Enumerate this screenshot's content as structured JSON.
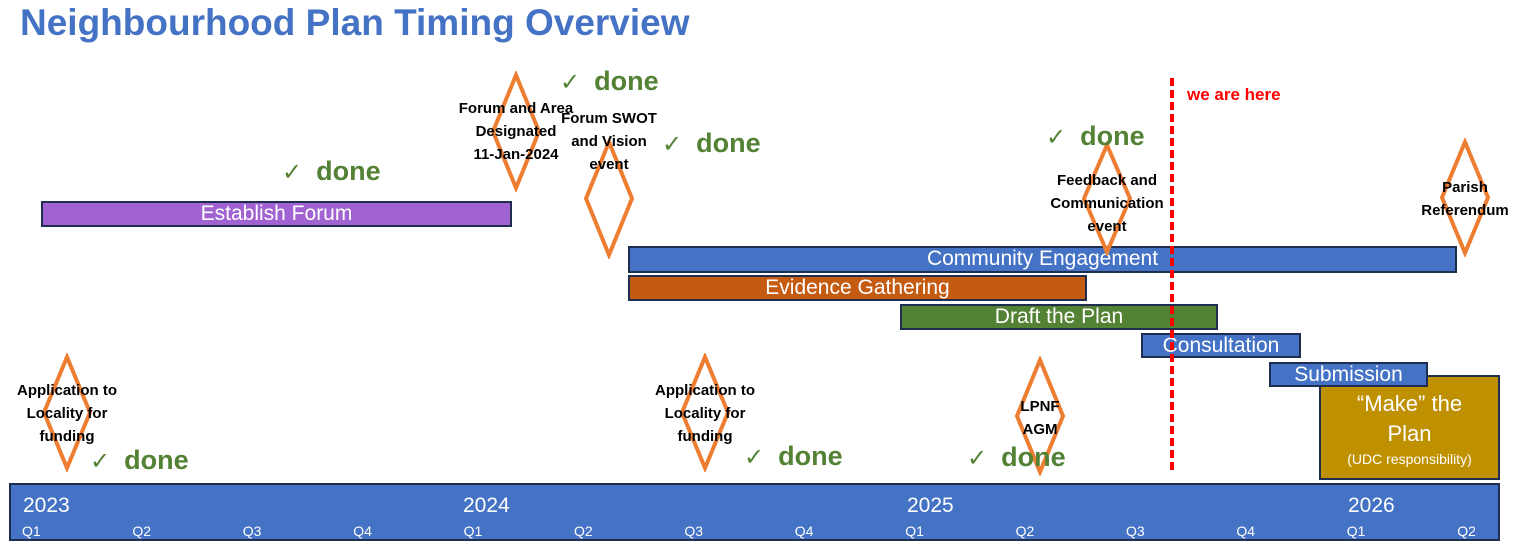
{
  "title": "Neighbourhood Plan Timing Overview",
  "colors": {
    "title": "#4472c4",
    "milestone": "#ed7d31",
    "done": "#548235",
    "marker": "#ff0000"
  },
  "bars": [
    {
      "label": "Establish Forum",
      "color": "#a063d1"
    },
    {
      "label": "Community Engagement",
      "color": "#4472c4"
    },
    {
      "label": "Evidence Gathering",
      "color": "#c55a11"
    },
    {
      "label": "Draft the Plan",
      "color": "#548235"
    },
    {
      "label": "Consultation",
      "color": "#4472c4"
    },
    {
      "label": "Submission",
      "color": "#4472c4"
    }
  ],
  "make_plan": {
    "line1": "“Make” the",
    "line2": "Plan",
    "note": "(UDC responsibility)",
    "color": "#bf9000"
  },
  "milestones": [
    {
      "lines": [
        "Forum and Area",
        "Designated",
        "11-Jan-2024"
      ]
    },
    {
      "lines": [
        "Forum SWOT",
        "and Vision",
        "event"
      ]
    },
    {
      "lines": [
        "Feedback and",
        "Communication",
        "event"
      ]
    },
    {
      "lines": [
        "Parish",
        "Referendum"
      ]
    },
    {
      "lines": [
        "Application to",
        "Locality for",
        "funding"
      ]
    },
    {
      "lines": [
        "Application to",
        "Locality for",
        "funding"
      ]
    },
    {
      "lines": [
        "LPNF",
        "AGM"
      ]
    }
  ],
  "done": {
    "check": "✓",
    "label": "done"
  },
  "current_marker": "we are here",
  "years": [
    "2023",
    "2024",
    "2025",
    "2026"
  ],
  "quarters": [
    "Q1",
    "Q2",
    "Q3",
    "Q4",
    "Q1",
    "Q2",
    "Q3",
    "Q4",
    "Q1",
    "Q2",
    "Q3",
    "Q4",
    "Q1",
    "Q2"
  ]
}
